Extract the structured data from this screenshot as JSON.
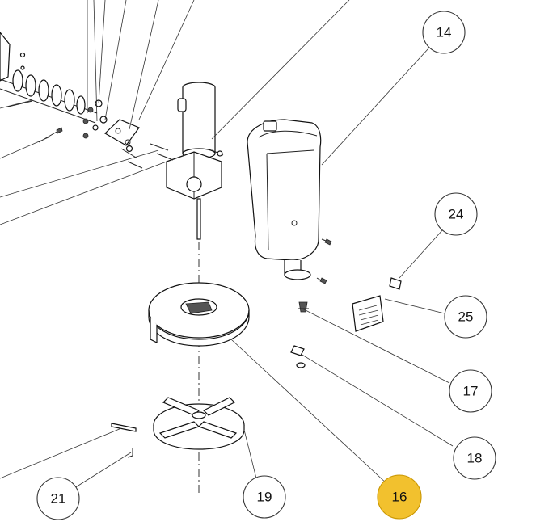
{
  "callouts": [
    {
      "id": "c14",
      "label": "14",
      "highlight": false
    },
    {
      "id": "c24",
      "label": "24",
      "highlight": false
    },
    {
      "id": "c25",
      "label": "25",
      "highlight": false
    },
    {
      "id": "c17",
      "label": "17",
      "highlight": false
    },
    {
      "id": "c18",
      "label": "18",
      "highlight": false
    },
    {
      "id": "c21",
      "label": "21",
      "highlight": false
    },
    {
      "id": "c19",
      "label": "19",
      "highlight": false
    },
    {
      "id": "c16",
      "label": "16",
      "highlight": true
    }
  ],
  "colors": {
    "highlight": "#f2c12e",
    "line": "#222222",
    "background": "#ffffff"
  }
}
